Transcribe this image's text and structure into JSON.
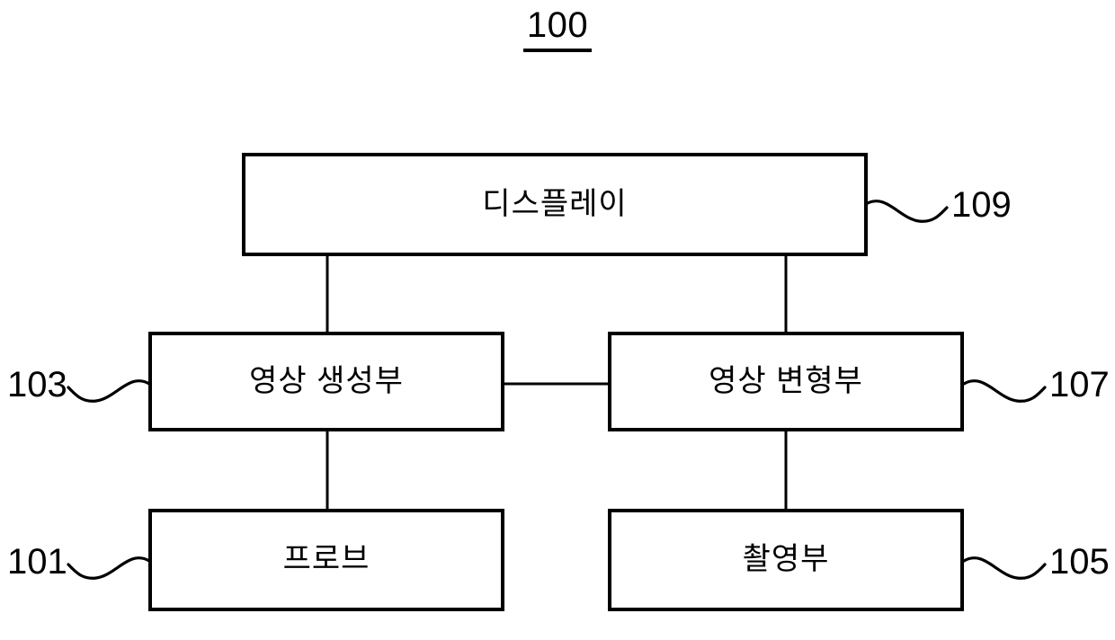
{
  "figure": {
    "number": "100",
    "type": "patent-block-diagram",
    "language": "ko"
  },
  "blocks": [
    {
      "id": "display",
      "label": "디스플레이",
      "ref": "109",
      "ref_side": "right"
    },
    {
      "id": "image-generator",
      "label": "영상 생성부",
      "ref": "103",
      "ref_side": "left"
    },
    {
      "id": "image-transformer",
      "label": "영상 변형부",
      "ref": "107",
      "ref_side": "right"
    },
    {
      "id": "probe",
      "label": "프로브",
      "ref": "101",
      "ref_side": "left"
    },
    {
      "id": "imaging-unit",
      "label": "촬영부",
      "ref": "105",
      "ref_side": "right"
    }
  ],
  "connections": [
    {
      "from": "display",
      "to": "image-generator",
      "orientation": "vertical"
    },
    {
      "from": "display",
      "to": "image-transformer",
      "orientation": "vertical"
    },
    {
      "from": "image-generator",
      "to": "image-transformer",
      "orientation": "horizontal"
    },
    {
      "from": "image-generator",
      "to": "probe",
      "orientation": "vertical"
    },
    {
      "from": "image-transformer",
      "to": "imaging-unit",
      "orientation": "vertical"
    }
  ],
  "colors": {
    "stroke": "#000000",
    "background": "#ffffff"
  }
}
